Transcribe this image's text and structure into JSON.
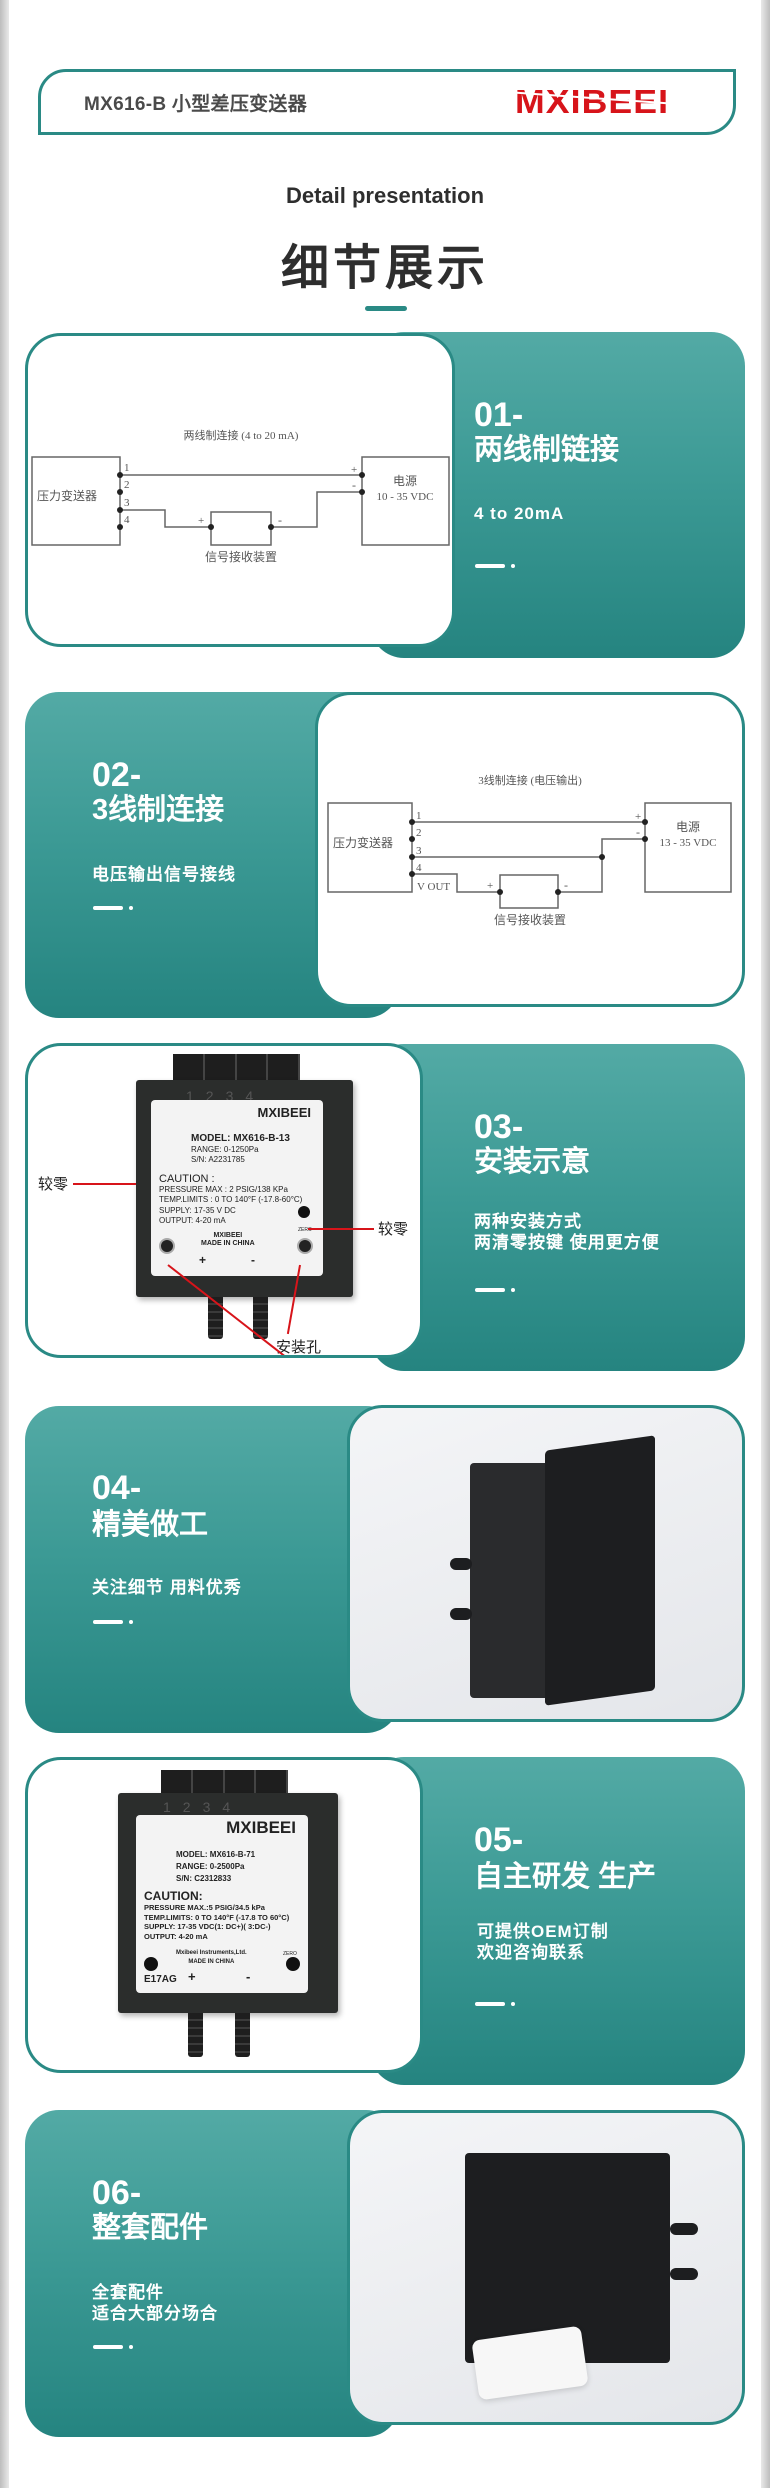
{
  "header": {
    "title": "MX616-B 小型差压变送器",
    "logo": "MXIBEEI"
  },
  "intro": {
    "subtitle_en": "Detail presentation",
    "subtitle_cn": "细节展示"
  },
  "colors": {
    "teal": "#2a8a85",
    "green_top": "#53aaa5",
    "green_bottom": "#258480",
    "logo_red": "#d7141a"
  },
  "sections": [
    {
      "num": "01-",
      "title": "两线制链接",
      "desc": [
        "4 to 20mA"
      ]
    },
    {
      "num": "02-",
      "title": "3线制连接",
      "desc": [
        "电压输出信号接线"
      ]
    },
    {
      "num": "03-",
      "title": "安装示意",
      "desc": [
        "两种安装方式",
        "两清零按键 使用更方便"
      ]
    },
    {
      "num": "04-",
      "title": "精美做工",
      "desc": [
        "关注细节 用料优秀"
      ]
    },
    {
      "num": "05-",
      "title": "自主研发 生产",
      "desc": [
        "可提供OEM订制",
        "欢迎咨询联系"
      ]
    },
    {
      "num": "06-",
      "title": "整套配件",
      "desc": [
        "全套配件",
        "适合大部分场合"
      ]
    }
  ],
  "diagram1": {
    "title": "两线制连接 (4 to 20 mA)",
    "transmitter": "压力变送器",
    "power": "电源",
    "voltage": "10 - 35 VDC",
    "receiver": "信号接收装置",
    "pins": [
      "1",
      "2",
      "3",
      "4"
    ],
    "plus": "+",
    "minus": "-"
  },
  "diagram2": {
    "title": "3线制连接 (电压输出)",
    "transmitter": "压力变送器",
    "power": "电源",
    "voltage": "13 - 35 VDC",
    "receiver": "信号接收装置",
    "vout": "V OUT",
    "pins": [
      "1",
      "2",
      "3",
      "4"
    ],
    "plus": "+",
    "minus": "-"
  },
  "device1": {
    "pins": "1234",
    "brand": "MXIBEEI",
    "model": "MODEL: MX616-B-13",
    "range": "RANGE: 0-1250Pa",
    "sn": "S/N: A2231785",
    "caution": "CAUTION :",
    "pressure": "PRESSURE MAX : 2 PSIG/138 KPa",
    "temp": "TEMP.LIMITS : 0 TO 140°F (-17.8-60°C)",
    "supply": "SUPPLY: 17-35 V DC",
    "output": "OUTPUT: 4-20 mA",
    "brand2": "MXIBEEI",
    "made": "MADE IN CHINA",
    "plus": "+",
    "minus": "-",
    "zero": "ZERO",
    "ann_zero_left": "较零",
    "ann_zero_right": "较零",
    "ann_holes": "安装孔"
  },
  "device2": {
    "pins": "1234",
    "brand": "MXIBEEI",
    "model": "MODEL: MX616-B-71",
    "range": "RANGE: 0-2500Pa",
    "sn": "S/N: C2312833",
    "caution": "CAUTION:",
    "pressure": "PRESSURE MAX.:5 PSIG/34.5 kPa",
    "temp": "TEMP.LIMITS: 0 TO 140°F (-17.8 TO 60°C)",
    "supply": "SUPPLY: 17-35 VDC(1: DC+)( 3:DC-)",
    "output": "OUTPUT: 4-20 mA",
    "company": "Mxibeei Instruments,Ltd.",
    "made": "MADE IN CHINA",
    "zero": "ZERO",
    "code": "E17AG",
    "plus": "+",
    "minus": "-"
  }
}
